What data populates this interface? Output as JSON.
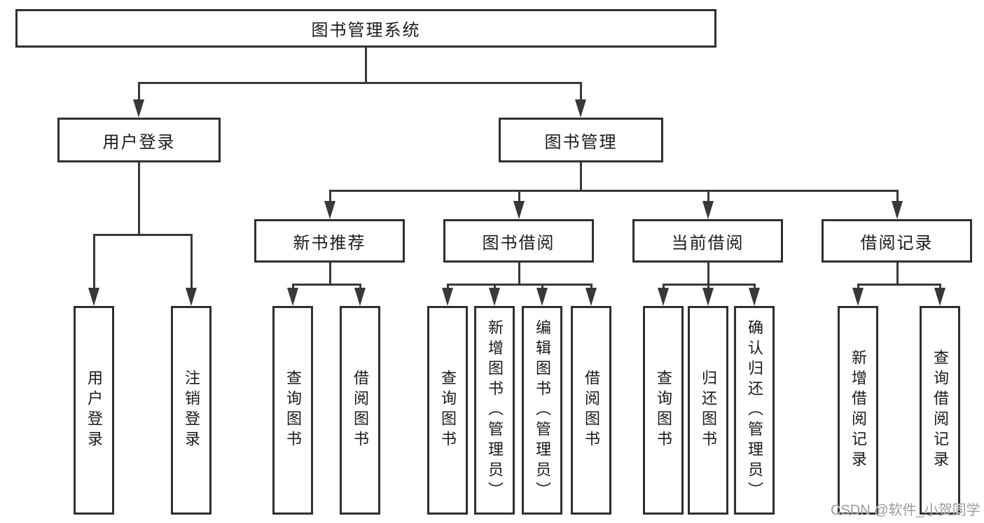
{
  "diagram": {
    "type": "hierarchy-tree",
    "root": {
      "id": "system",
      "label": "图书管理系统"
    },
    "level2": [
      {
        "id": "user-login",
        "label": "用户登录",
        "parent": "system"
      },
      {
        "id": "book-management",
        "label": "图书管理",
        "parent": "system"
      }
    ],
    "level3": [
      {
        "id": "new-book-recommend",
        "label": "新书推荐",
        "parent": "book-management"
      },
      {
        "id": "book-borrow",
        "label": "图书借阅",
        "parent": "book-management"
      },
      {
        "id": "current-borrow",
        "label": "当前借阅",
        "parent": "book-management"
      },
      {
        "id": "borrow-records",
        "label": "借阅记录",
        "parent": "book-management"
      }
    ],
    "leaves": [
      {
        "label": "用户登录",
        "parent": "user-login"
      },
      {
        "label": "注销登录",
        "parent": "user-login"
      },
      {
        "label": "查询图书",
        "parent": "new-book-recommend"
      },
      {
        "label": "借阅图书",
        "parent": "new-book-recommend"
      },
      {
        "label": "查询图书",
        "parent": "book-borrow"
      },
      {
        "label": "新增图书（管理员）",
        "parent": "book-borrow"
      },
      {
        "label": "编辑图书（管理员）",
        "parent": "book-borrow"
      },
      {
        "label": "借阅图书",
        "parent": "book-borrow"
      },
      {
        "label": "查询图书",
        "parent": "current-borrow"
      },
      {
        "label": "归还图书",
        "parent": "current-borrow"
      },
      {
        "label": "确认归还（管理员）",
        "parent": "current-borrow"
      },
      {
        "label": "新增借阅记录",
        "parent": "borrow-records"
      },
      {
        "label": "查询借阅记录",
        "parent": "borrow-records"
      }
    ]
  },
  "watermark": {
    "text": "CSDN @软件_小贺同学"
  },
  "colors": {
    "line": "#383838",
    "box_border": "#2f2f2f",
    "text": "#1a1a1a",
    "watermark": "#9b9b9b",
    "background": "#ffffff"
  }
}
